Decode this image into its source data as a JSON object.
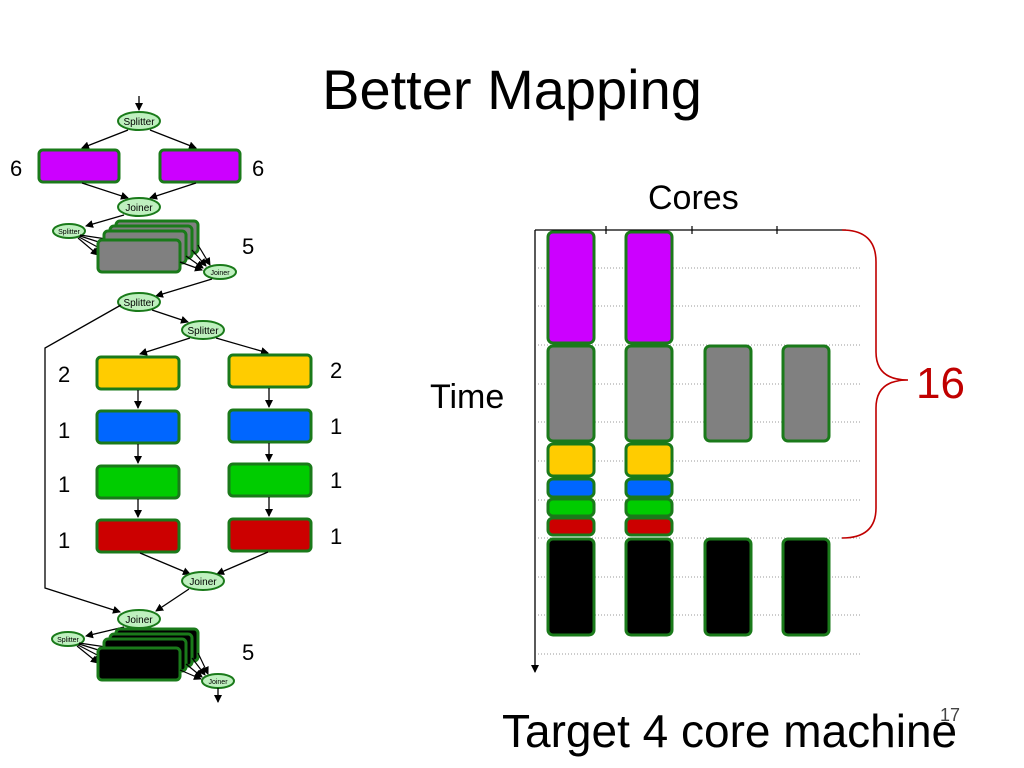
{
  "slide": {
    "title": "Better Mapping",
    "footer": "Target 4 core machine",
    "page_number": "17"
  },
  "colors": {
    "purple": "#cc00ff",
    "gray": "#808080",
    "yellow": "#ffcc00",
    "blue": "#0066ff",
    "green": "#00cc00",
    "red": "#cc0000",
    "black": "#000000",
    "border": "#1a7a1a",
    "node_fill": "#bff0bf",
    "brace": "#c00000"
  },
  "stream_graph": {
    "splitter_label": "Splitter",
    "joiner_label": "Joiner",
    "stage1": {
      "left_weight": "6",
      "right_weight": "6"
    },
    "stage2": {
      "weight": "5"
    },
    "stage3": {
      "left_weights": [
        "2",
        "1",
        "1",
        "1"
      ],
      "right_weights": [
        "2",
        "1",
        "1",
        "1"
      ]
    },
    "stage4": {
      "weight": "5"
    }
  },
  "schedule": {
    "x_label": "Cores",
    "y_label": "Time",
    "total_label": "16"
  }
}
